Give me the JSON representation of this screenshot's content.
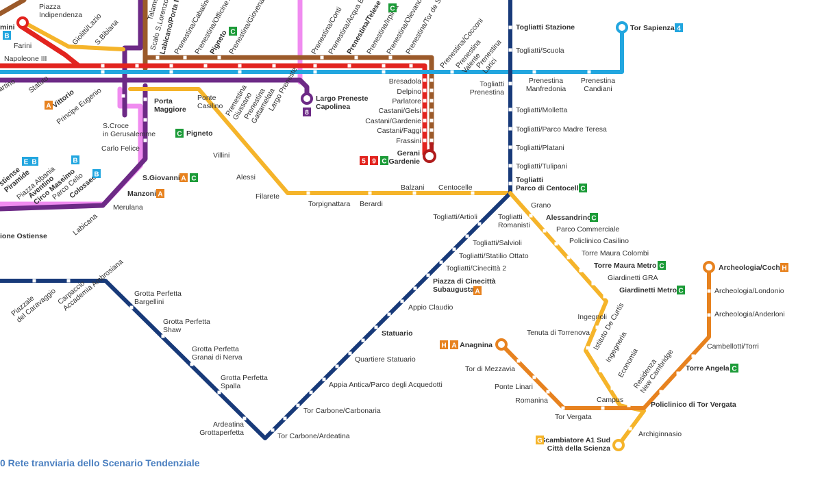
{
  "caption": "0 Rete tranviaria dello Scenario Tendenziale",
  "colors": {
    "navy": "#183a79",
    "yellow": "#f5b42a",
    "orange": "#e7821f",
    "blue": "#22a6df",
    "red": "#e2241f",
    "brown": "#9b5a2a",
    "purple": "#6d2a86",
    "pink": "#f08cf0",
    "green": "#1c9b38",
    "dark_red": "#b01c1c",
    "label": "#333333"
  },
  "badges": {
    "4": "4",
    "8": "8",
    "B": "B",
    "E": "E",
    "C": "C",
    "A": "A",
    "H": "H",
    "G": "G",
    "5": "5",
    "9": "9"
  },
  "stations": {
    "piazza_indipendenza": "Piazza\nIndipendenza",
    "mini": "mini",
    "farini": "Farini",
    "giolitti_lazio": "Giolitti/Lazio",
    "s_bibiana": "S.Bibiana",
    "napoleone": "Napoleone III",
    "talamo": "Talamo",
    "scalo_s_lorenzo": "Scalo S.Lorenzo",
    "labicano": "Labicano/Porta Maggiore",
    "prenestina_cabalini": "Prenestina/Cabalini",
    "prenestina_officine": "Prenestina/Officine Atac",
    "pigneto_top": "Pigneto",
    "prenestina_giovenale": "Prenestina/Giovenale",
    "prenestina_conti": "Prenestina/Conti",
    "prenestina_acqua": "Prenestina/Acqua Bullicante",
    "prenestina_telese": "Prenestina/Telese",
    "prenestina_irpinia": "Prenestina/Irpinia",
    "prenestina_olevano": "Prenestina/Olevano R.",
    "prenestina_tor_schiavi": "Prenestina/Tor de Schiavi",
    "prenestina_cocconi": "Prenestina/Cocconi",
    "prenestina_valente": "Prenestina\nValente",
    "prenestina_larici": "Prenestina\nLarici",
    "martino": "artino",
    "statuto": "Statuto",
    "vittorio": "Vittorio",
    "principe_eugenio": "Principe Eugenio",
    "porta_maggiore": "Porta\nMaggiore",
    "ponte_casilino": "Ponte\nCasilino",
    "prenestina_gussano": "Prenestina\nGiussano",
    "prenestina_gattamelata": "Prenestina\nGattamelata",
    "largo_preneste_lbl": "Largo Preneste",
    "largo_preneste_cap": "Largo Preneste\nCapolinea",
    "s_croce": "S.Croce\nin Gerusalemme",
    "carlo_felice": "Carlo Felice",
    "pigneto": "Pigneto",
    "villini": "Villini",
    "alessi": "Alessi",
    "filarete": "Filarete",
    "torpignattara": "Torpignattara",
    "berardi": "Berardi",
    "balzani": "Balzani",
    "centocelle": "Centocelle",
    "s_giovanni": "S.Giovanni",
    "manzoni": "Manzoni",
    "merulana": "Merulana",
    "labicana": "Labicana",
    "colosseo": "Colosseo",
    "parco_celio": "Parco Celio",
    "aventino": "Aventino\nCirco Massimo",
    "piazza_albania": "Piazza Albania",
    "piramide": "stiense\nPiramide",
    "ostiense": "ione Ostiense",
    "bresadola": "Bresadola",
    "delpino": "Delpino",
    "parlatore": "Parlatore",
    "castani_gelsi": "Castani/Gelsi",
    "castani_gardenie": "Castani/Gardenie",
    "castani_faggi": "Castani/Faggi",
    "frassini": "Frassini",
    "gerani": "Gerani\nGardenie",
    "togliatti_stazione": "Togliatti Stazione",
    "togliatti_scuola": "Togliatti/Scuola",
    "togliatti_prenestina": "Togliatti\nPrenestina",
    "prenestina_manfredonia": "Prenestina\nManfredonia",
    "prenestina_candiani": "Prenestina\nCandiani",
    "tor_sapienza": "Tor Sapienza",
    "togliatti_molletta": "Togliatti/Molletta",
    "togliatti_teresa": "Togliatti/Parco Madre Teresa",
    "togliatti_platani": "Togliatti/Platani",
    "togliatti_tulipani": "Togliatti/Tulipani",
    "togliatti_centocelle": "Togliatti\nParco di Centocelle",
    "togliatti_artioli": "Togliatti/Artioli",
    "togliatti_romanisti": "Togliatti\nRomanisti",
    "togliatti_salvioli": "Togliatti/Salvioli",
    "togliatti_statilio": "Togliatti/Statilio Ottato",
    "togliatti_cinecitta": "Togliatti/Cinecittà 2",
    "piazza_cinecitta": "Piazza di Cinecittà\nSubaugusta",
    "appio_claudio": "Appio Claudio",
    "statuario": "Statuario",
    "quartiere_statuario": "Quartiere Statuario",
    "appia_antica": "Appia Antica/Parco degli Acquedotti",
    "tor_carbone_carbonaria": "Tor Carbone/Carbonaria",
    "tor_carbone_ardeatina": "Tor Carbone/Ardeatina",
    "ardeatina": "Ardeatina\nGrottaperfetta",
    "grotta_spalla": "Grotta Perfetta\nSpalla",
    "grotta_granai": "Grotta Perfetta\nGranai di Nerva",
    "grotta_shaw": "Grotta Perfetta\nShaw",
    "grotta_bargellini": "Grotta Perfetta\nBargellini",
    "piazzale_caravaggio": "Piazzale\ndel Caravaggio",
    "carpaccio": "Carpaccio\nAccademia Ambrosiana",
    "grano": "Grano",
    "alessandrino": "Alessandrino",
    "parco_commerciale": "Parco Commerciale",
    "policlinico_casilino": "Policlinico Casilino",
    "torre_maura_colombi": "Torre Maura Colombi",
    "torre_maura_metro": "Torre Maura Metro",
    "giardinetti_gra": "Giardinetti GRA",
    "giardinetti_metro": "Giardinetti Metro",
    "ingegnoli": "Ingegnoli",
    "tenuta_torrenova": "Tenuta di Torrenova",
    "istituto_de_curtis": "Istituto De Curtis",
    "ingegneria": "Ingegneria",
    "economia": "Economia",
    "residenza": "Residenza\nNew Cambridge",
    "campus": "Campus",
    "policlinico_tor_vergata": "Policlinico di Tor Vergata",
    "archiginnasio": "Archiginnasio",
    "scambiatore": "Scambiatore A1 Sud\nCittà della Scienza",
    "anagnina": "Anagnina",
    "tor_mezzavia": "Tor di Mezzavia",
    "ponte_linari": "Ponte Linari",
    "romanina": "Romanina",
    "tor_vergata": "Tor Vergata",
    "archeologia_cochi": "Archeologia/Cochi",
    "archeologia_londonio": "Archeologia/Londonio",
    "archeologia_anderloni": "Archeologia/Anderloni",
    "cambellotti": "Cambellotti/Torri",
    "torre_angela": "Torre Angela"
  }
}
